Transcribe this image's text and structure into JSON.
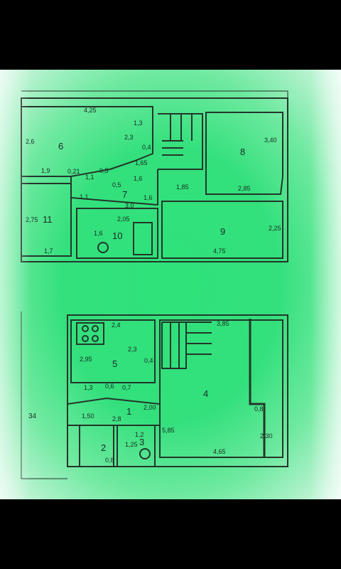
{
  "plan": {
    "upper_floor": {
      "rooms": [
        {
          "id": "r6",
          "number": "6"
        },
        {
          "id": "r7",
          "number": "7"
        },
        {
          "id": "r8",
          "number": "8"
        },
        {
          "id": "r9",
          "number": "9"
        },
        {
          "id": "r10",
          "number": "10"
        },
        {
          "id": "r11",
          "number": "11"
        }
      ],
      "dimensions": [
        "4,25",
        "2,6",
        "1,3",
        "2,3",
        "0,4",
        "1,65",
        "0,21",
        "1,9",
        "1,1",
        "0,5",
        "0,5",
        "1,6",
        "1,1",
        "1,6",
        "3,0",
        "2,05",
        "1,6",
        "2,75",
        "1,7",
        "1,85",
        "2,85",
        "3,40",
        "2,25",
        "4,75"
      ]
    },
    "lower_floor": {
      "rooms": [
        {
          "id": "r1",
          "number": "1"
        },
        {
          "id": "r2",
          "number": "2"
        },
        {
          "id": "r3",
          "number": "3"
        },
        {
          "id": "r4",
          "number": "4"
        },
        {
          "id": "r5",
          "number": "5"
        }
      ],
      "dimensions": [
        "2,4",
        "2,3",
        "0,4",
        "2,95",
        "1,3",
        "0,6",
        "0,7",
        "2,00",
        "1,50",
        "2,8",
        "1,2",
        "1,25",
        "0,8",
        "5,85",
        "3,85",
        "0,8",
        "2,30",
        "4,65"
      ],
      "mark": "34"
    }
  }
}
